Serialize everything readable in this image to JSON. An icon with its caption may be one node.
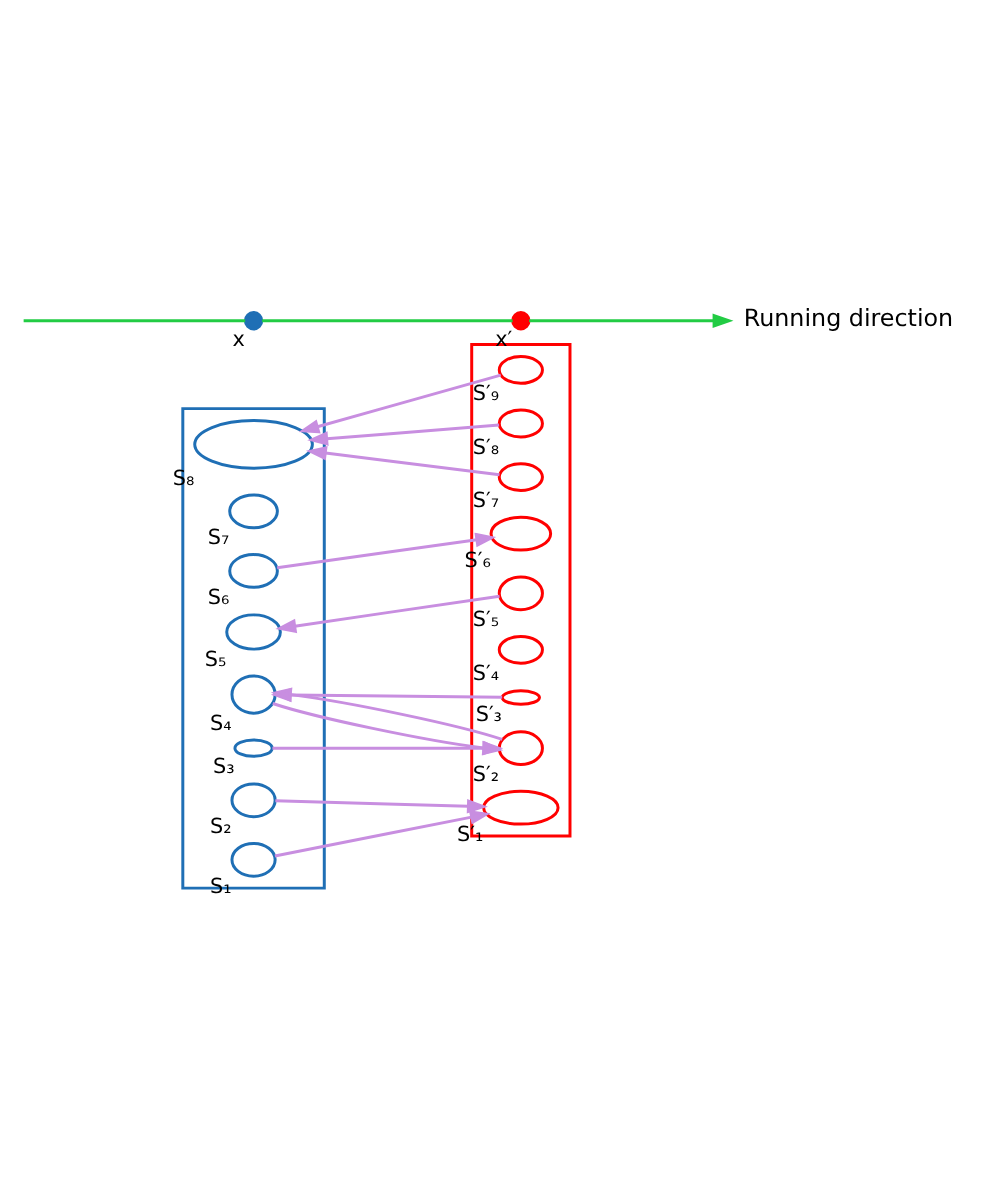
{
  "diagram": {
    "nodes": [
      {
        "text": [],
        "shape": "box"
      },
      {
        "text": [],
        "shape": "ellipse",
        "in": 0,
        "beside": [
          "S₈"
        ]
      },
      {
        "text": [],
        "shape": "ellipse",
        "in": 0,
        "beside": [
          "S₇"
        ]
      },
      {
        "text": [],
        "shape": "ellipse",
        "in": 0,
        "beside": [
          "S₆"
        ]
      },
      {
        "text": [],
        "shape": "ellipse",
        "in": 0,
        "beside": [
          "S₅"
        ]
      },
      {
        "text": [],
        "shape": "ellipse",
        "in": 0,
        "beside": [
          "S₄"
        ]
      },
      {
        "text": [],
        "shape": "ellipse",
        "in": 0,
        "beside": [
          "S₃"
        ]
      },
      {
        "text": [],
        "shape": "ellipse",
        "in": 0,
        "beside": [
          "S₂"
        ]
      },
      {
        "text": [],
        "shape": "ellipse",
        "in": 0,
        "beside": [
          "S₁"
        ]
      },
      {
        "text": [],
        "shape": "box"
      },
      {
        "text": [],
        "shape": "ellipse",
        "in": 9,
        "beside": [
          "S′₉"
        ]
      },
      {
        "text": [],
        "shape": "ellipse",
        "in": 9,
        "beside": [
          "S′₈"
        ]
      },
      {
        "text": [],
        "shape": "ellipse",
        "in": 9,
        "beside": [
          "S′₇"
        ]
      },
      {
        "text": [],
        "shape": "ellipse",
        "in": 9,
        "beside": [
          "S′₆"
        ]
      },
      {
        "text": [],
        "shape": "ellipse",
        "in": 9,
        "beside": [
          "S′₅"
        ]
      },
      {
        "text": [],
        "shape": "ellipse",
        "in": 9,
        "beside": [
          "S′₄"
        ]
      },
      {
        "text": [],
        "shape": "ellipse",
        "in": 9,
        "beside": [
          "S′₃"
        ]
      },
      {
        "text": [],
        "shape": "ellipse",
        "in": 9,
        "beside": [
          "S′₂"
        ]
      },
      {
        "text": [],
        "shape": "ellipse",
        "in": 9,
        "beside": [
          "S′₁"
        ]
      },
      {
        "text": [],
        "shape": "circle",
        "beside": [
          "x"
        ]
      },
      {
        "text": [],
        "shape": "circle",
        "beside": [
          "x′"
        ]
      },
      {
        "text": [
          "Running direction"
        ]
      }
    ],
    "edges": [
      {
        "from": 10,
        "to": 1,
        "arrow": "to"
      },
      {
        "from": 11,
        "to": 1,
        "arrow": "to"
      },
      {
        "from": 12,
        "to": 1,
        "arrow": "to"
      },
      {
        "from": 3,
        "to": 13,
        "arrow": "to"
      },
      {
        "from": 14,
        "to": 4,
        "arrow": "to"
      },
      {
        "from": 16,
        "to": 5,
        "arrow": "to"
      },
      {
        "from": 5,
        "to": 17,
        "arrow": "to"
      },
      {
        "from": 17,
        "to": 5,
        "arrow": "to"
      },
      {
        "from": 6,
        "to": 17,
        "arrow": "to"
      },
      {
        "from": 7,
        "to": 18,
        "arrow": "to"
      },
      {
        "from": 8,
        "to": 18,
        "arrow": "to"
      },
      {
        "from": null,
        "to": 19,
        "arrow": "none",
        "color": "#22cc44"
      },
      {
        "from": 19,
        "to": 20,
        "arrow": "none",
        "color": "#22cc44"
      },
      {
        "from": 20,
        "to": 21,
        "arrow": "to",
        "color": "#22cc44"
      }
    ]
  }
}
